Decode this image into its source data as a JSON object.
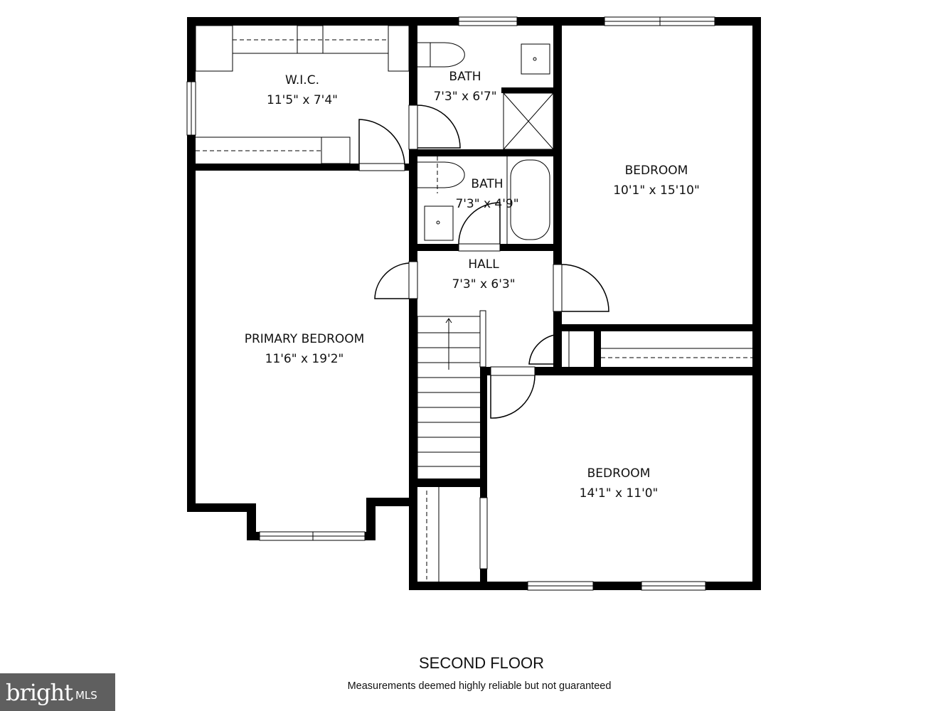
{
  "floor_title": "SECOND FLOOR",
  "disclaimer": "Measurements deemed highly reliable but not guaranteed",
  "logo": {
    "text": "bright MLS",
    "wall_color": "#000000",
    "accent": "#d9482b"
  },
  "rooms": [
    {
      "name": "W.I.C.",
      "dims": "11'5\" x 7'4\""
    },
    {
      "name": "BATH",
      "dims": "7'3\" x 6'7\""
    },
    {
      "name": "BATH",
      "dims": "7'3\" x 4'9\""
    },
    {
      "name": "BEDROOM",
      "dims": "10'1\" x 15'10\""
    },
    {
      "name": "HALL",
      "dims": "7'3\" x 6'3\""
    },
    {
      "name": "PRIMARY BEDROOM",
      "dims": "11'6\" x 19'2\""
    },
    {
      "name": "BEDROOM",
      "dims": "14'1\" x 11'0\""
    }
  ]
}
